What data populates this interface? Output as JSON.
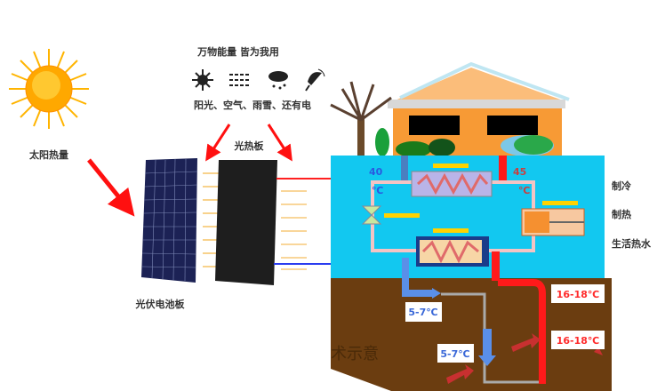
{
  "sun": {
    "label": "太阳热量"
  },
  "top_caption": {
    "title": "万物能量 皆为我用",
    "sources": "阳光、空气、雨雪、还有电"
  },
  "icons": [
    "sun-icon",
    "air-icon",
    "rain-snow-icon",
    "satellite-dish-icon"
  ],
  "pv_panel": {
    "label": "光伏电池板"
  },
  "thermal_panel": {
    "label": "光热板"
  },
  "system": {
    "temp_return": "40",
    "temp_supply": "45",
    "unit": "℃",
    "functions": [
      "制冷",
      "制热",
      "生活热水"
    ]
  },
  "ground": {
    "cold_temps": [
      "5-7℃",
      "5-7℃"
    ],
    "warm_temps": [
      "16-18℃",
      "16-18℃"
    ],
    "watermark": "术示意"
  },
  "colors": {
    "sky": "#12c8f0",
    "soil": "#6b3d10",
    "hot": "#ff1a1a",
    "cold": "#5a8fe8"
  }
}
